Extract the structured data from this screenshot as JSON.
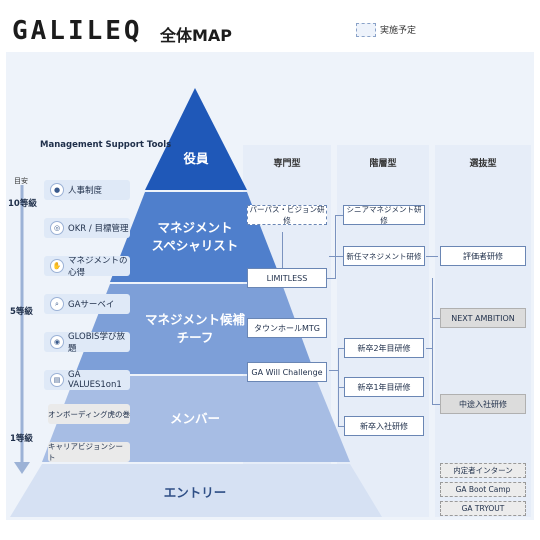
{
  "header": {
    "logo": "GALILEQ",
    "subtitle": "全体MAP",
    "legend_label": "実施予定"
  },
  "tools": {
    "title": "Management Support Tools",
    "items": [
      {
        "label": "人事制度",
        "icon": "person-icon"
      },
      {
        "label": "OKR / 目標管理",
        "icon": "target-icon"
      },
      {
        "label": "マネジメントの心得",
        "icon": "hand-icon"
      },
      {
        "label": "GAサーベイ",
        "icon": "magnifier-icon"
      },
      {
        "label": "GLOBIS学び放題",
        "icon": "globe-icon"
      },
      {
        "label": "GA VALUES1on1",
        "icon": "chart-icon"
      },
      {
        "label": "オンボーディング虎の巻",
        "icon": ""
      },
      {
        "label": "キャリアビジョンシート",
        "icon": ""
      }
    ]
  },
  "scale": {
    "label": "目安",
    "g10": "10等級",
    "g5": "5等級",
    "g1": "1等級"
  },
  "pyramid": {
    "tier1": "役員",
    "tier2_l1": "マネジメント",
    "tier2_l2": "スペシャリスト",
    "tier3_l1": "マネジメント候補",
    "tier3_l2": "チーフ",
    "tier4": "メンバー",
    "tier5": "エントリー"
  },
  "columns": {
    "specialist": "専門型",
    "hierarchy": "階層型",
    "selection": "選抜型"
  },
  "programs": {
    "purpose": "パーパス・ビジョン研修",
    "limitless": "LIMITLESS",
    "townhall": "タウンホールMTG",
    "willchallenge": "GA Will Challenge",
    "senior_mgmt": "シニアマネジメント研修",
    "new_mgmt": "新任マネジメント研修",
    "y2": "新卒2年目研修",
    "y1": "新卒1年目研修",
    "newjoin": "新卒入社研修",
    "evaluator": "評価者研修",
    "next_ambition": "NEXT AMBITION",
    "midcareer": "中途入社研修",
    "intern": "内定者インターン",
    "bootcamp": "GA Boot Camp",
    "tryout": "GA TRYOUT"
  },
  "colors": {
    "tier1": "#1f58b8",
    "tier2": "#4f7fcc",
    "tier3": "#7d9fd8",
    "tier4": "#a7bde4",
    "tier5": "#d6e1f3",
    "accent_dark": "#2f4f86"
  }
}
